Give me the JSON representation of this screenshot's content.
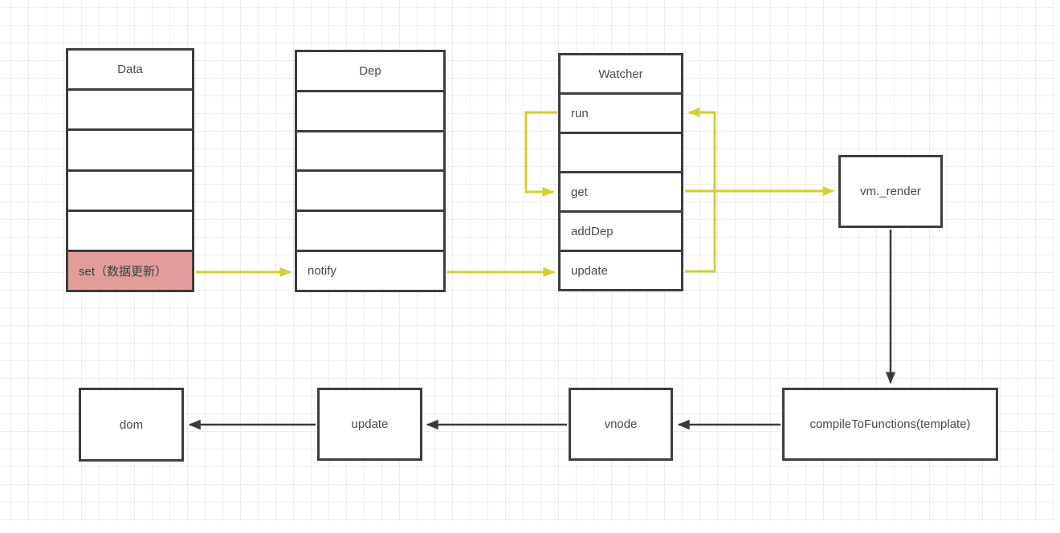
{
  "diagram": {
    "type": "flowchart",
    "topic": "Vue reactivity / render flow",
    "tables": {
      "data": {
        "header": "Data",
        "rows": [
          "",
          "",
          "",
          "",
          "set（数据更新）"
        ],
        "highlight_row_index": 4
      },
      "dep": {
        "header": "Dep",
        "rows": [
          "",
          "",
          "",
          "",
          "notify"
        ]
      },
      "watcher": {
        "header": "Watcher",
        "rows": [
          "run",
          "",
          "get",
          "addDep",
          "update"
        ]
      }
    },
    "nodes": {
      "vm_render": {
        "label": "vm._render"
      },
      "compile": {
        "label": "compileToFunctions(template)"
      },
      "vnode": {
        "label": "vnode"
      },
      "update": {
        "label": "update"
      },
      "dom": {
        "label": "dom"
      }
    },
    "arrows": [
      {
        "from": "data.set",
        "to": "dep.notify",
        "color": "yellow"
      },
      {
        "from": "dep.notify",
        "to": "watcher.update",
        "color": "yellow"
      },
      {
        "from": "watcher.update",
        "to": "watcher.run",
        "color": "yellow"
      },
      {
        "from": "watcher.run",
        "to": "watcher.get",
        "color": "yellow"
      },
      {
        "from": "watcher.get",
        "to": "vm_render",
        "color": "yellow"
      },
      {
        "from": "vm_render",
        "to": "compile",
        "color": "black"
      },
      {
        "from": "compile",
        "to": "vnode",
        "color": "black"
      },
      {
        "from": "vnode",
        "to": "update",
        "color": "black"
      },
      {
        "from": "update",
        "to": "dom",
        "color": "black"
      }
    ],
    "colors": {
      "arrow_yellow": "#d0d034",
      "arrow_black": "#3a3a3a",
      "box_border": "#3d3d3d",
      "highlight_pink": "#e29c9c",
      "grid_line": "#ededed",
      "text": "#4a4a4a",
      "background": "#ffffff"
    }
  }
}
